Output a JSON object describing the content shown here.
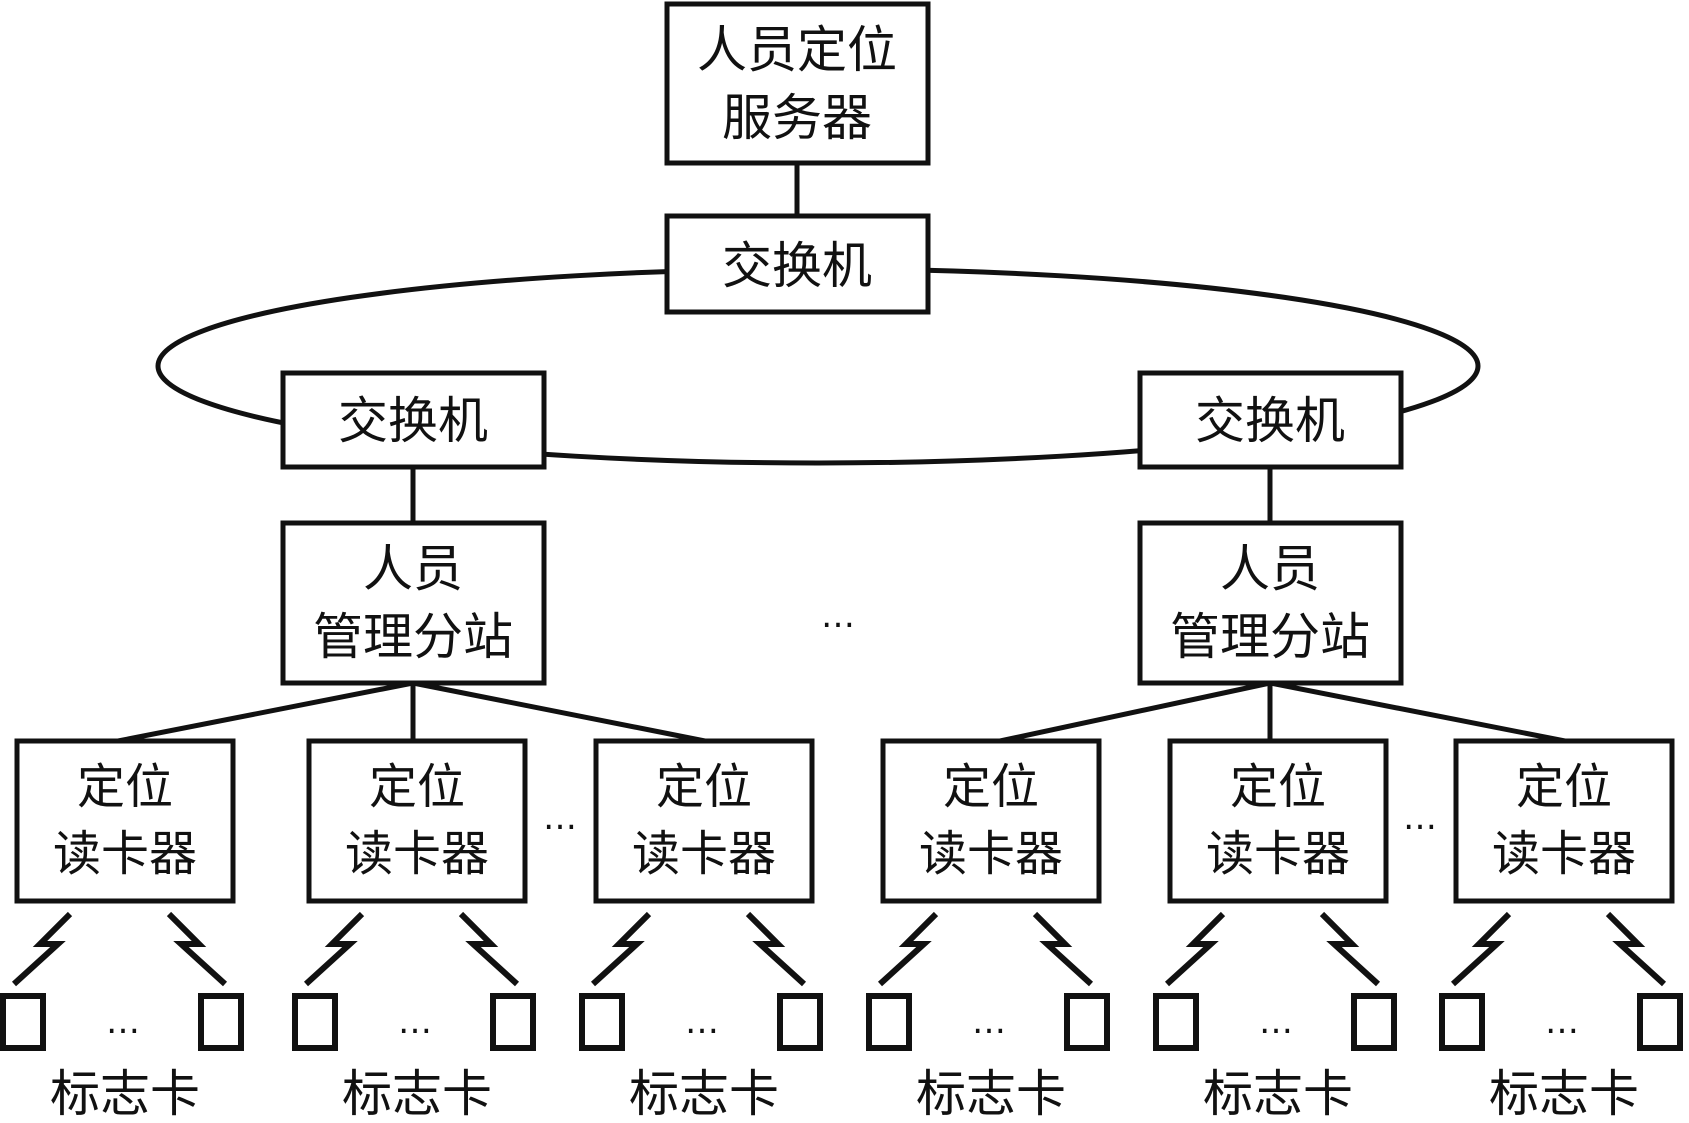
{
  "diagram": {
    "server": {
      "lines": [
        "人员定位",
        "服务器"
      ]
    },
    "core_switch": {
      "label": "交换机"
    },
    "ring_switches": [
      {
        "label": "交换机"
      },
      {
        "label": "交换机"
      }
    ],
    "substations": [
      {
        "lines": [
          "人员",
          "管理分站"
        ]
      },
      {
        "lines": [
          "人员",
          "管理分站"
        ]
      }
    ],
    "substation_ellipsis": "…",
    "readers": [
      {
        "lines": [
          "定位",
          "读卡器"
        ]
      },
      {
        "lines": [
          "定位",
          "读卡器"
        ]
      },
      {
        "lines": [
          "定位",
          "读卡器"
        ]
      },
      {
        "lines": [
          "定位",
          "读卡器"
        ]
      },
      {
        "lines": [
          "定位",
          "读卡器"
        ]
      },
      {
        "lines": [
          "定位",
          "读卡器"
        ]
      }
    ],
    "reader_ellipsis": "…",
    "tag_ellipsis": "…",
    "tag_groups": [
      {
        "label": "标志卡"
      },
      {
        "label": "标志卡"
      },
      {
        "label": "标志卡"
      },
      {
        "label": "标志卡"
      },
      {
        "label": "标志卡"
      },
      {
        "label": "标志卡"
      }
    ],
    "colors": {
      "stroke": "#111111",
      "background": "#ffffff"
    }
  }
}
